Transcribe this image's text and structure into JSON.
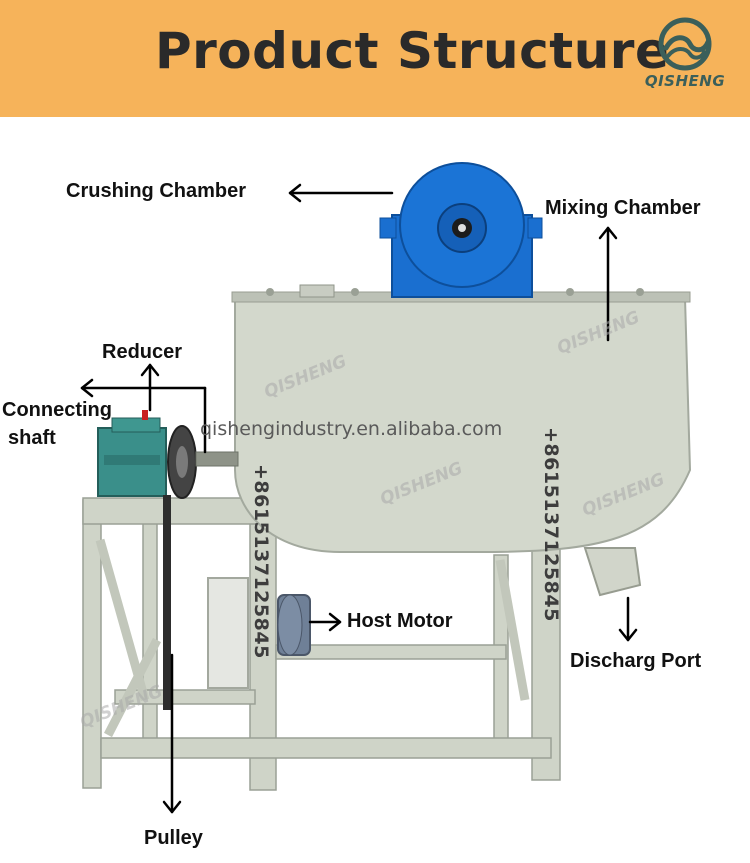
{
  "header": {
    "title": "Product Structure",
    "logo_text": "QISHENG"
  },
  "labels": {
    "crushing_chamber": "Crushing Chamber",
    "mixing_chamber": "Mixing Chamber",
    "reducer": "Reducer",
    "connecting_shaft_line1": "Connecting",
    "connecting_shaft_line2": "shaft",
    "host_motor": "Host Motor",
    "discharge_port": "Discharg Port",
    "pulley": "Pulley"
  },
  "watermarks": {
    "website": "qishengindustry.en.alibaba.com",
    "phone": "+8615137125845",
    "brand": "QISHENG"
  },
  "colors": {
    "header_bg": "#f6b35a",
    "machine_body": "#d5d9cf",
    "crusher_blue": "#1a6fd0",
    "reducer_teal": "#3a8f8a"
  }
}
